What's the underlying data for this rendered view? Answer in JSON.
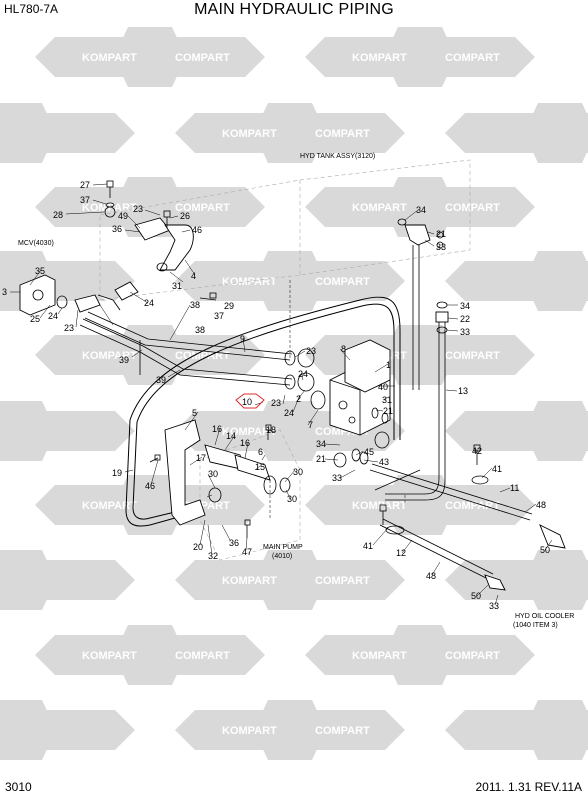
{
  "header": {
    "model": "HL780-7A",
    "title": "MAIN HYDRAULIC PIPING"
  },
  "footer": {
    "page": "3010",
    "revision": "2011. 1.31  REV.11A"
  },
  "watermark": {
    "left_text": "KOMPART",
    "right_text": "COMPART",
    "color": "#d4d4d4"
  },
  "notes": {
    "hyd_tank": "HYD TANK ASSY(3120)",
    "mcv": "MCV(4030)",
    "main_pump_line1": "MAIN PUMP",
    "main_pump_line2": "(4010)",
    "oil_cooler_line1": "HYD OIL COOLER",
    "oil_cooler_line2": "(1040 ITEM 3)"
  },
  "labels": {
    "l27": "27",
    "l37a": "37",
    "l28": "28",
    "l49": "49",
    "l23a": "23",
    "l26": "26",
    "l36a": "36",
    "l46a": "46",
    "l4": "4",
    "l31a": "31",
    "l37b": "37",
    "l29": "29",
    "l35": "35",
    "l3": "3",
    "l25": "25",
    "l24a": "24",
    "l23b": "23",
    "l24b": "24",
    "l38": "38",
    "l9": "9",
    "l39a": "39",
    "l39b": "39",
    "l34a": "34",
    "l21a": "21",
    "l33a": "33",
    "l34b": "34",
    "l22": "22",
    "l33b": "33",
    "l13": "13",
    "l23c": "23",
    "l8": "8",
    "l1": "1",
    "l40": "40",
    "l24c": "24",
    "l31b": "31",
    "l21b": "21",
    "l10": "10",
    "l23d": "23",
    "l24d": "24",
    "l2": "2",
    "l7": "7",
    "l5": "5",
    "l16a": "16",
    "l14": "14",
    "l16b": "16",
    "l18": "18",
    "l6": "6",
    "l15": "15",
    "l34c": "34",
    "l21c": "21",
    "l45": "45",
    "l43": "43",
    "l33c": "33",
    "l17": "17",
    "l19": "19",
    "l46b": "46",
    "l30a": "30",
    "l30b": "30",
    "l20": "20",
    "l36b": "36",
    "l32": "32",
    "l47": "47",
    "l42": "42",
    "l41a": "41",
    "l11": "11",
    "l48a": "48",
    "l50a": "50",
    "l41b": "41",
    "l12": "12",
    "l48b": "48",
    "l50b": "50",
    "l33d": "33"
  }
}
